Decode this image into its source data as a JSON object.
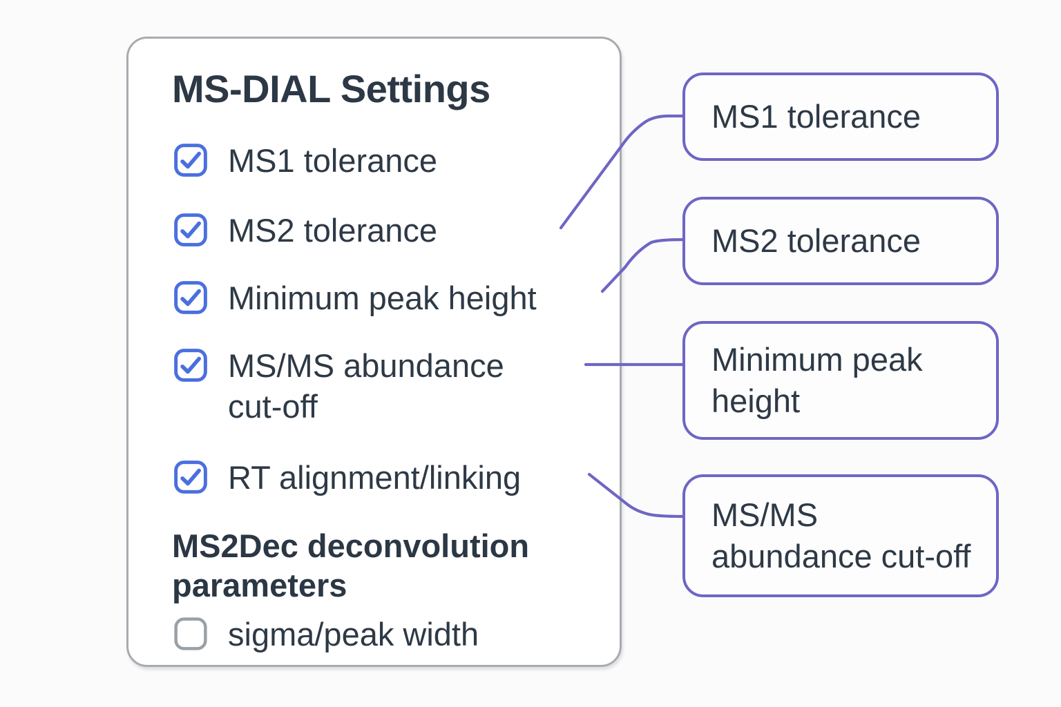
{
  "colors": {
    "accent": "#6e66c4",
    "checkbox": "#4a6fdf",
    "unchecked": "#9aa0a6",
    "text": "#2e3946",
    "panel-border": "#a8abaf"
  },
  "panel": {
    "title": "MS-DIAL Settings",
    "items": [
      {
        "label": "MS1 tolerance",
        "checked": true
      },
      {
        "label": "MS2 tolerance",
        "checked": true
      },
      {
        "label": "Minimum peak height",
        "checked": true
      },
      {
        "label": "MS/MS abundance cut-off",
        "checked": true
      },
      {
        "label": "RT alignment/linking",
        "checked": true
      }
    ],
    "subsection": {
      "heading": "MS2Dec deconvolution parameters",
      "items": [
        {
          "label": "sigma/peak width",
          "checked": false
        }
      ]
    }
  },
  "callouts": [
    {
      "label": "MS1 tolerance"
    },
    {
      "label": "MS2 tolerance"
    },
    {
      "label": "Minimum peak height"
    },
    {
      "label": "MS/MS abundance cut-off"
    }
  ]
}
